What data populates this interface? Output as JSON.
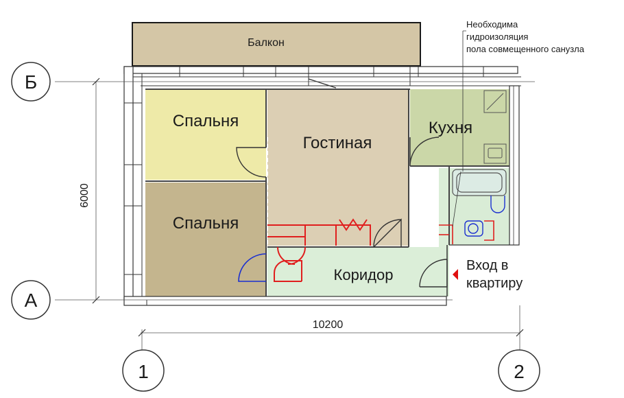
{
  "rooms": {
    "balcony": "Балкон",
    "bedroom_top": "Спальня",
    "bedroom_bottom": "Спальня",
    "living": "Гостиная",
    "kitchen": "Кухня",
    "corridor": "Коридор"
  },
  "note": {
    "line1": "Необходима",
    "line2": "гидроизоляция",
    "line3": "пола  совмещенного санузла"
  },
  "entrance": {
    "line1": "Вход в",
    "line2": "квартиру"
  },
  "dimensions": {
    "height": "6000",
    "width": "10200"
  },
  "axes": {
    "row_b": "Б",
    "row_a": "А",
    "col_1": "1",
    "col_2": "2"
  },
  "colors": {
    "bedroom_top": "#eeeaa8",
    "bedroom_bottom": "#c4b58e",
    "living": "#dccfb4",
    "kitchen": "#cbd7a8",
    "wet_zone": "#d9ecd6",
    "corridor": "#dbeed8",
    "balcony": "#d4c6a6",
    "fixture_red": "#e01e1e",
    "fixture_blue": "#1a2fd0",
    "entrance_arrow": "#e01010"
  }
}
